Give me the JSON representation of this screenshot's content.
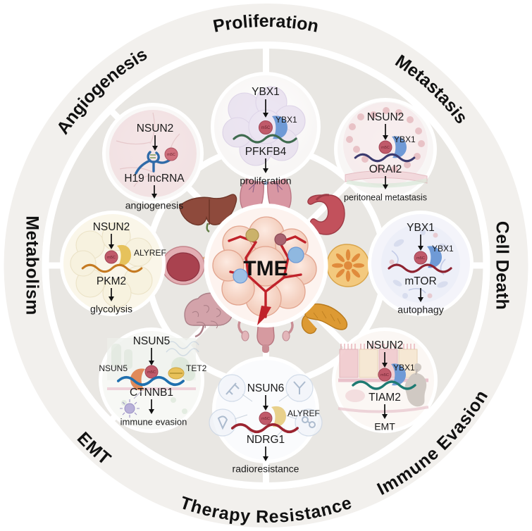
{
  "figure": {
    "center_label": "TME",
    "background_color": "#ffffff",
    "ring_band_color": "#f2f0ed",
    "sector_color": "#e9e7e3",
    "divider_color": "#ffffff",
    "panel_color": "#fbfafa"
  },
  "outer_labels": [
    {
      "id": "proliferation",
      "text": "Proliferation"
    },
    {
      "id": "metastasis",
      "text": "Metastasis"
    },
    {
      "id": "cell-death",
      "text": "Cell Death"
    },
    {
      "id": "emt",
      "text": "EMT"
    },
    {
      "id": "therapy-resistance",
      "text": "Therapy Resistance"
    },
    {
      "id": "immune-evasion",
      "text": "Immune Evasion"
    },
    {
      "id": "metabolism",
      "text": "Metabolism"
    },
    {
      "id": "angiogenesis",
      "text": "Angiogenesis"
    }
  ],
  "panels": [
    {
      "id": "proliferation",
      "hallmark": "Proliferation",
      "writer": "YBX1",
      "reader": "YBX1",
      "target": "PFKFB4",
      "outcome": "proliferation",
      "rna_color": "#3f6b4f",
      "reader_color": "#6f9ad6",
      "cell_color": "#ded3ea"
    },
    {
      "id": "metastasis",
      "hallmark": "Metastasis",
      "writer": "NSUN2",
      "reader": "YBX1",
      "target": "ORAI2",
      "outcome": "peritoneal metastasis",
      "rna_color": "#3b3a6e",
      "reader_color": "#6f9ad6",
      "cell_color": "#e6c6cb"
    },
    {
      "id": "cell-death",
      "hallmark": "Cell Death",
      "writer": "YBX1",
      "reader": "YBX1",
      "target": "mTOR",
      "outcome": "autophagy",
      "rna_color": "#8e2230",
      "reader_color": "#6f9ad6",
      "cell_color": "#e7e8f4"
    },
    {
      "id": "emt",
      "hallmark": "EMT",
      "writer": "NSUN2",
      "reader": "YBX1",
      "target": "TIAM2",
      "outcome": "EMT",
      "rna_color": "#1d7a72",
      "reader_color": "#6f9ad6",
      "cell_color": "#f0d9c8"
    },
    {
      "id": "therapy-resistance",
      "hallmark": "Therapy Resistance",
      "writer": "NSUN6",
      "reader": "ALYREF",
      "target": "NDRG1",
      "outcome": "radioresistance",
      "rna_color": "#9b2430",
      "reader_color": "#e8d08a",
      "cell_color": "#eef0f6"
    },
    {
      "id": "immune-evasion",
      "hallmark": "Immune Evasion",
      "writer": "NSUN5",
      "reader": "NSUN5",
      "reader2": "TET2",
      "target": "CTNNB1",
      "outcome": "immune evasion",
      "rna_color": "#1f6fae",
      "reader_color": "#e08a5a",
      "reader2_color": "#e8c15a",
      "cell_color": "#e7eee8"
    },
    {
      "id": "metabolism",
      "hallmark": "Metabolism",
      "writer": "NSUN2",
      "reader": "ALYREF",
      "target": "PKM2",
      "outcome": "glycolysis",
      "rna_color": "#c57a22",
      "reader_color": "#e6c25c",
      "cell_color": "#f3efdc"
    },
    {
      "id": "angiogenesis",
      "hallmark": "Angiogenesis",
      "writer": "NSUN2",
      "reader": "",
      "target": "H19 lncRNA",
      "outcome": "angiogenesis",
      "rna_color": "#2f6aa8",
      "reader_color": "#cf6f7c",
      "cell_color": "#efd5d8"
    }
  ],
  "organs": [
    {
      "id": "lungs",
      "name": "lungs",
      "color": "#d897a3"
    },
    {
      "id": "stomach",
      "name": "stomach",
      "color": "#c2515c"
    },
    {
      "id": "ovary",
      "name": "ovary",
      "color": "#e8a94b"
    },
    {
      "id": "pancreas",
      "name": "pancreas",
      "color": "#dd9a33"
    },
    {
      "id": "uterus",
      "name": "uterus",
      "color": "#d69aa0"
    },
    {
      "id": "brain",
      "name": "brain",
      "color": "#d3a3aa"
    },
    {
      "id": "bladder",
      "name": "bladder",
      "color": "#a9424f"
    },
    {
      "id": "liver",
      "name": "liver",
      "color": "#8e4a3c"
    }
  ],
  "center": {
    "label": "TME",
    "tumor_color": "#f5d9cd",
    "vessel_color": "#c0222a",
    "immune_cell_color": "#8fb8e0"
  },
  "modification_mark": {
    "label": "m5C",
    "color": "#c05a6a"
  }
}
